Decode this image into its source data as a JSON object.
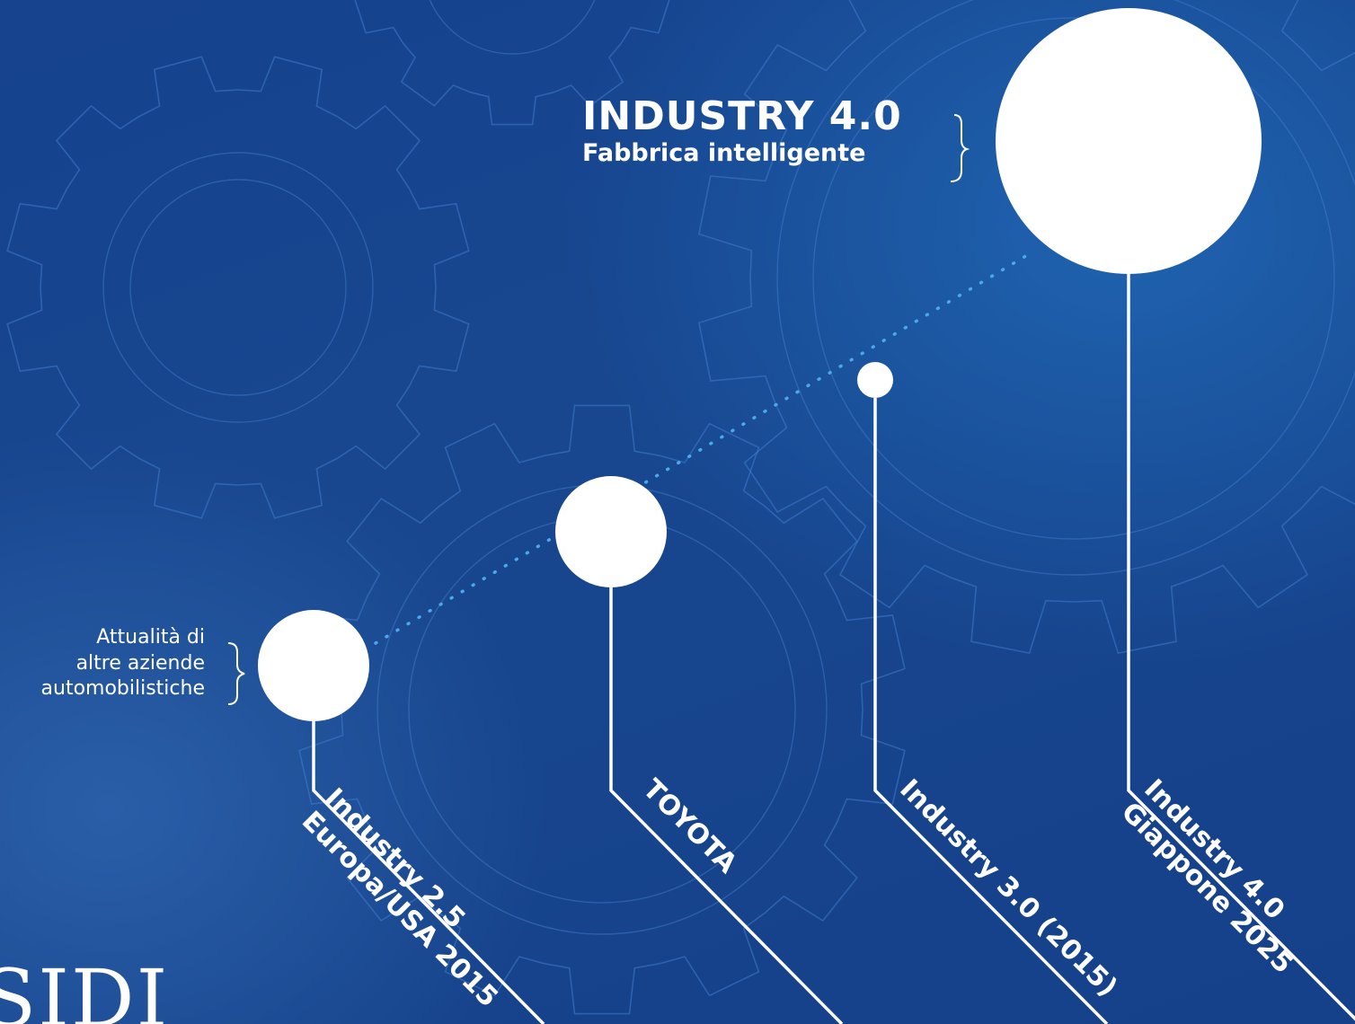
{
  "headline": {
    "title": "INDUSTRY 4.0",
    "subtitle": "Fabbrica intelligente"
  },
  "side_note": {
    "lines": [
      "Attualità di",
      "altre aziende",
      "automobilistiche"
    ]
  },
  "brand_text": "SIDI",
  "milestones": [
    {
      "id": "industry-2-5",
      "lines": [
        "Industry 2.5",
        "Europa/USA 2015"
      ],
      "size": "medium"
    },
    {
      "id": "toyota",
      "lines": [
        "TOYOTA"
      ],
      "size": "medium"
    },
    {
      "id": "industry-3-0",
      "lines": [
        "Industry 3.0 (2015)"
      ],
      "size": "small"
    },
    {
      "id": "industry-4-0",
      "lines": [
        "Industry 4.0",
        "Giappone 2025"
      ],
      "size": "large"
    }
  ],
  "colors": {
    "background": "#18478f",
    "gear_outline": "#3f7ccc",
    "foreground": "#ffffff",
    "dotted_connector": "#4aa8ec"
  }
}
